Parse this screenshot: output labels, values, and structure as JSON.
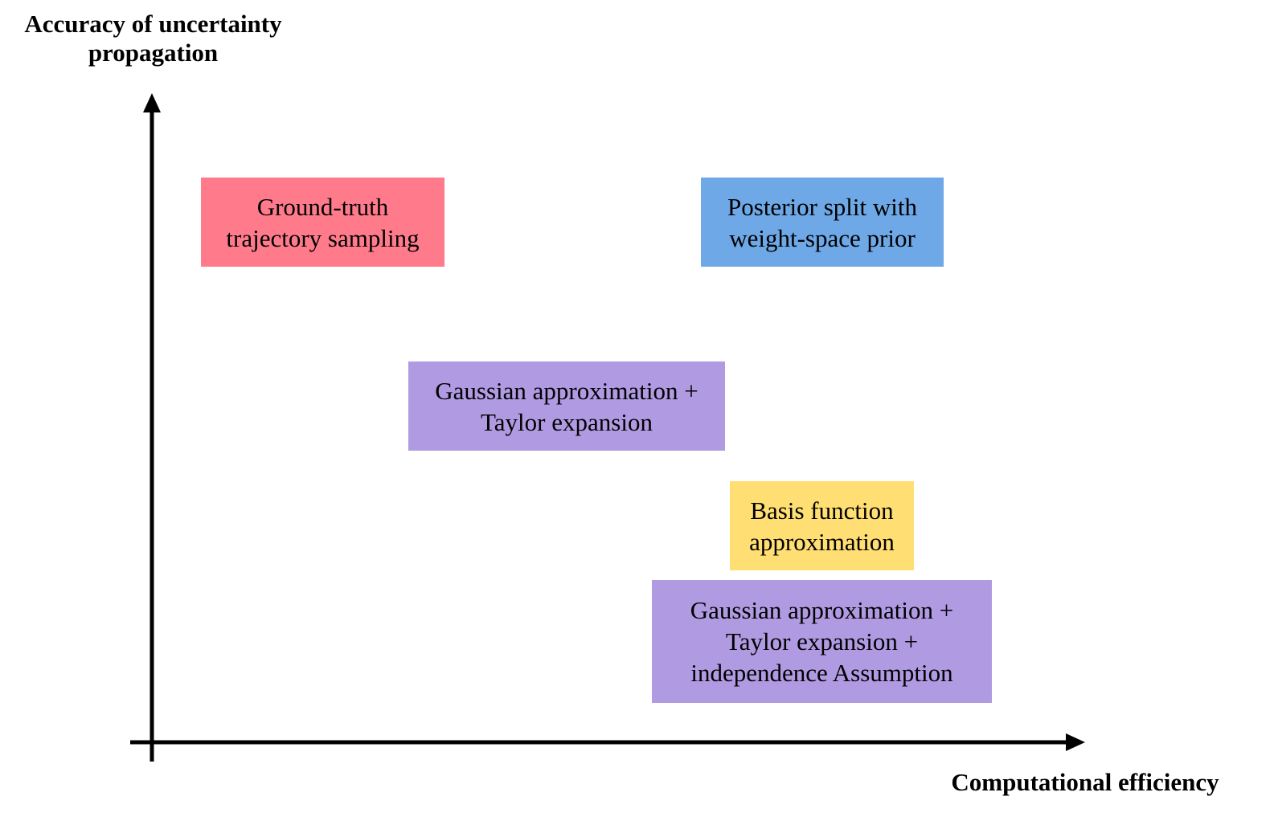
{
  "axes": {
    "y_label_line1": "Accuracy of uncertainty",
    "y_label_line2": "propagation",
    "x_label": "Computational efficiency"
  },
  "colors": {
    "ground_truth": "#ff7b8c",
    "posterior": "#6ea8e6",
    "gaussian": "#b09ae2",
    "basis": "#ffdf73",
    "axis": "#000000"
  },
  "boxes": {
    "ground_truth": {
      "line1": "Ground-truth",
      "line2": "trajectory sampling"
    },
    "posterior": {
      "line1": "Posterior split with",
      "line2": "weight-space prior"
    },
    "gaussian_taylor": {
      "line1": "Gaussian approximation +",
      "line2": "Taylor expansion"
    },
    "basis": {
      "line1": "Basis function",
      "line2": "approximation"
    },
    "gaussian_taylor_indep": {
      "line1": "Gaussian approximation +",
      "line2": "Taylor expansion +",
      "line3": "independence Assumption"
    }
  }
}
